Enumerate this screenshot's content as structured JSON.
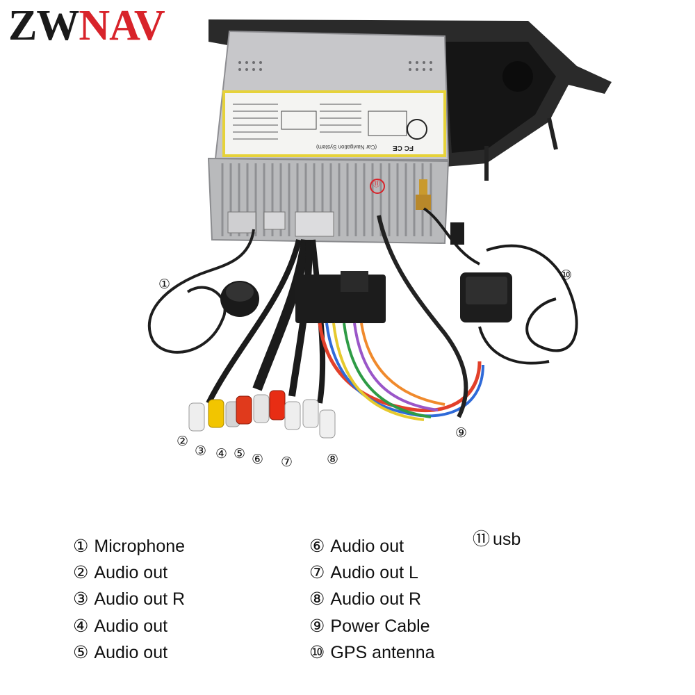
{
  "logo": {
    "part1": "ZW",
    "part2": "NAV"
  },
  "callouts": {
    "c1": "①",
    "c2": "②",
    "c3": "③",
    "c4": "④",
    "c5": "⑤",
    "c6": "⑥",
    "c7": "⑦",
    "c8": "⑧",
    "c9": "⑨",
    "c10": "⑩",
    "c11": "⑪"
  },
  "legend": [
    {
      "num": "①",
      "label": "Microphone"
    },
    {
      "num": "②",
      "label": "Audio out"
    },
    {
      "num": "③",
      "label": "Audio out R"
    },
    {
      "num": "④",
      "label": "Audio out"
    },
    {
      "num": "⑤",
      "label": "Audio out"
    },
    {
      "num": "⑥",
      "label": "Audio out"
    },
    {
      "num": "⑦",
      "label": "Audio out L"
    },
    {
      "num": "⑧",
      "label": "Audio out R"
    },
    {
      "num": "⑨",
      "label": "Power Cable"
    },
    {
      "num": "⑩",
      "label": "GPS antenna"
    },
    {
      "num": "⑪",
      "label": "usb"
    }
  ],
  "sticker": {
    "brand": "FC CE",
    "caption": "(Car Navigation System)"
  },
  "colors": {
    "logo_dark": "#1a1a1a",
    "logo_red": "#d8232a",
    "unit_grey": "#c9c9cb",
    "heatsink": "#b5b6b8",
    "bezel": "#222222"
  }
}
